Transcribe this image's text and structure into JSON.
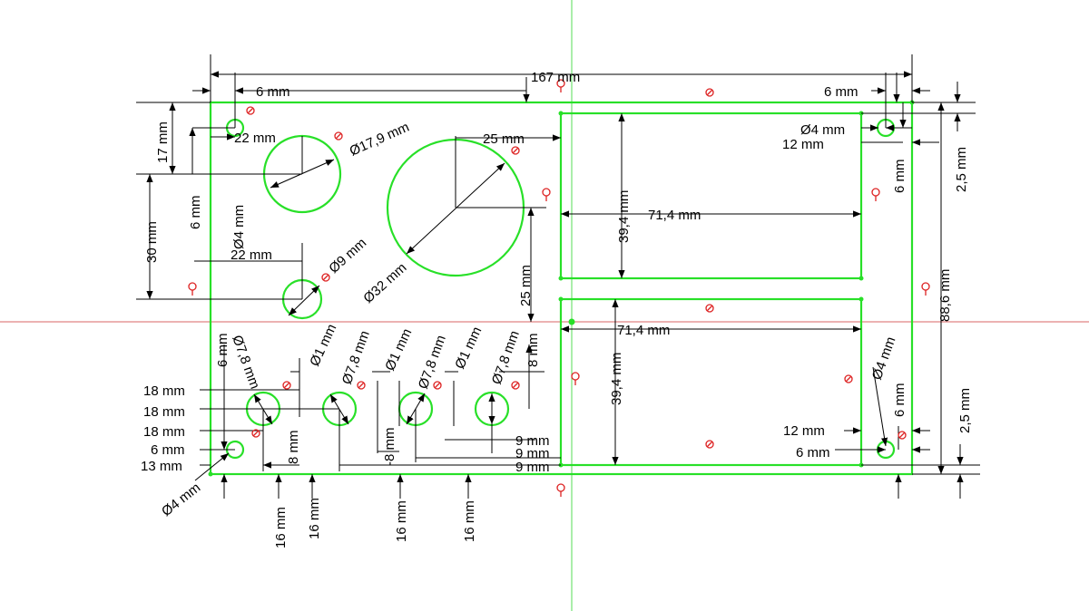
{
  "drawing": {
    "title": "Sketch dimensions",
    "colors": {
      "geometry": "#28e028",
      "dimension": "#000000",
      "constraint": "#dd2222",
      "axis_v": "#55dd55",
      "axis_h": "#cc3333"
    }
  },
  "dimensions": {
    "overall_width": "167 mm",
    "overall_height": "88,6 mm",
    "left_margin": "6 mm",
    "right_margin": "6 mm",
    "top_hole_y": "17 mm",
    "top_hole_x": "22 mm",
    "pot_y": "6 mm",
    "top_hole_dia": "Ø4 mm",
    "pot_dia": "Ø17,9 mm",
    "big_circle_dia": "Ø32 mm",
    "big_circle_x": "25 mm",
    "big_circle_y": "25 mm",
    "small_circle_dia": "Ø9 mm",
    "small_circle_x": "22 mm",
    "small_circle_y": "30 mm",
    "rect_top_height": "39,4 mm",
    "rect_top_width": "71,4 mm",
    "rect_bottom_width": "71,4 mm",
    "rect_bottom_height": "39,4 mm",
    "right_hole_top_dia": "Ø4 mm",
    "right_hole_top_x": "12 mm",
    "right_hole_top_y": "6 mm",
    "right_edge_top": "2,5 mm",
    "right_hole_bot_dia": "Ø4 mm",
    "right_hole_bot_x": "12 mm",
    "right_hole_bot_y": "6 mm",
    "right_edge_bot": "2,5 mm",
    "right_hole_bot_x2": "6 mm",
    "left_side_18a": "18 mm",
    "left_side_18b": "18 mm",
    "left_side_18c": "18 mm",
    "left_side_6": "6 mm",
    "left_side_13": "13 mm",
    "left_6_vert": "6 mm",
    "bl_hole_dia": "Ø4 mm",
    "jack1_dia": "Ø7,8 mm",
    "jack1_small": "Ø1 mm",
    "jack2_dia": "Ø7,8 mm",
    "jack2_small": "Ø1 mm",
    "jack3_dia": "Ø7,8 mm",
    "jack3_small": "Ø1 mm",
    "jack4_dia": "Ø7,8 mm",
    "jack_8a": "8 mm",
    "jack_8b": "-8 mm",
    "jack_8c": "8 mm",
    "jack_9a": "9 mm",
    "jack_9b": "9 mm",
    "jack_9c": "9 mm",
    "bottom_16a": "16 mm",
    "bottom_16b": "16 mm",
    "bottom_16c": "16 mm",
    "bottom_16d": "16 mm"
  }
}
